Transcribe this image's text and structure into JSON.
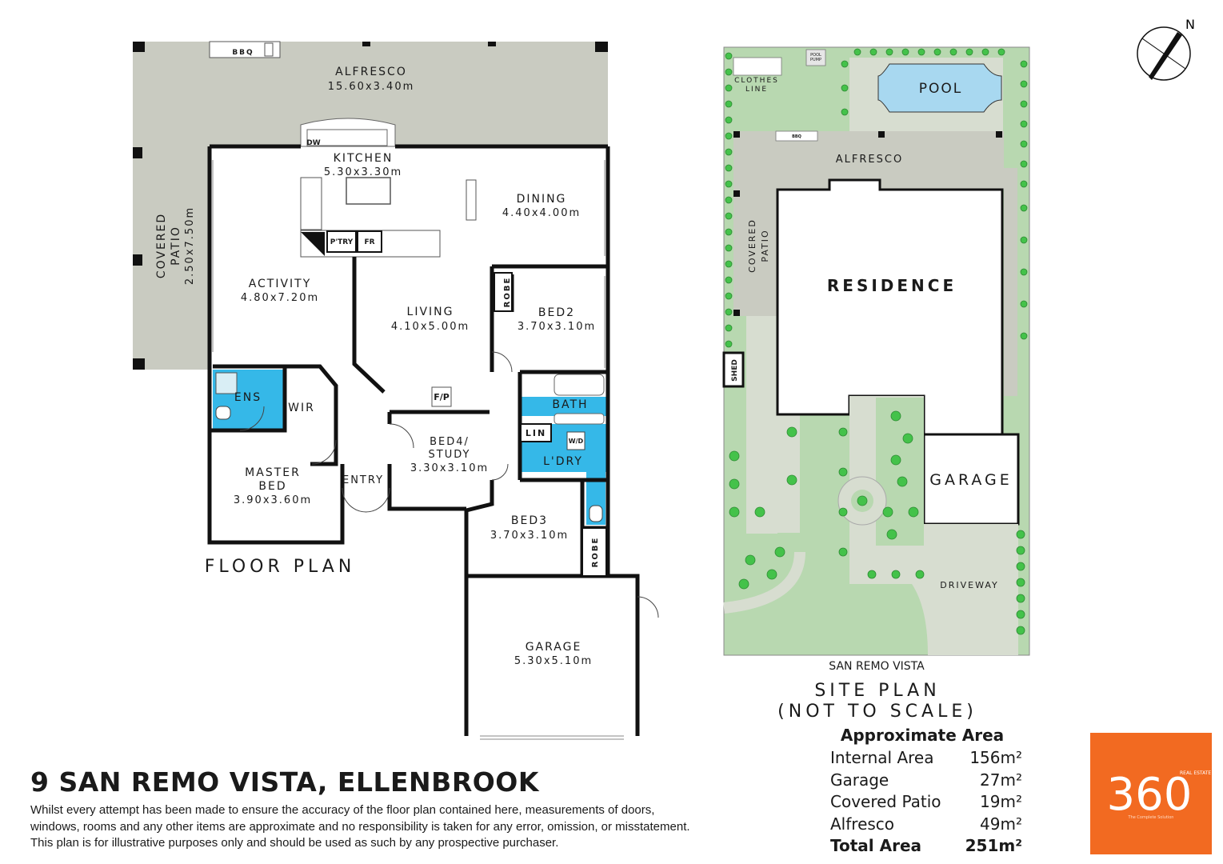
{
  "floor_plan": {
    "heading": "FLOOR PLAN",
    "rooms": {
      "alfresco": {
        "name": "ALFRESCO",
        "size": "15.60x3.40m"
      },
      "kitchen": {
        "name": "KITCHEN",
        "size": "5.30x3.30m"
      },
      "dining": {
        "name": "DINING",
        "size": "4.40x4.00m"
      },
      "covered_patio": {
        "name1": "COVERED",
        "name2": "PATIO",
        "size": "2.50x7.50m"
      },
      "activity": {
        "name": "ACTIVITY",
        "size": "4.80x7.20m"
      },
      "living": {
        "name": "LIVING",
        "size": "4.10x5.00m"
      },
      "bed2": {
        "name": "BED2",
        "size": "3.70x3.10m"
      },
      "bath": {
        "name": "BATH"
      },
      "ens": {
        "name": "ENS"
      },
      "wir": {
        "name": "WIR"
      },
      "bed4": {
        "name1": "BED4/",
        "name2": "STUDY",
        "size": "3.30x3.10m"
      },
      "master": {
        "name1": "MASTER",
        "name2": "BED",
        "size": "3.90x3.60m"
      },
      "entry": {
        "name": "ENTRY"
      },
      "laundry": {
        "name": "L'DRY"
      },
      "bed3": {
        "name": "BED3",
        "size": "3.70x3.10m"
      },
      "garage": {
        "name": "GARAGE",
        "size": "5.30x5.10m"
      }
    },
    "small_labels": {
      "bbq": "BBQ",
      "dw": "DW",
      "pantry": "P'TRY",
      "fridge": "FR",
      "robe": "ROBE",
      "fp": "F/P",
      "lin": "LIN",
      "wd": "W/D"
    }
  },
  "site_plan": {
    "heading": "SITE PLAN",
    "subheading": "(NOT TO SCALE)",
    "street": "SAN REMO VISTA",
    "labels": {
      "pool": "POOL",
      "pool_pump1": "POOL",
      "pool_pump2": "PUMP",
      "clothes1": "CLOTHES",
      "clothes2": "LINE",
      "alfresco": "ALFRESCO",
      "patio1": "COVERED",
      "patio2": "PATIO",
      "residence": "RESIDENCE",
      "shed": "SHED",
      "garage": "GARAGE",
      "driveway": "DRIVEWAY",
      "bbq": "BBQ"
    },
    "north": "N"
  },
  "address": "9 SAN REMO VISTA, ELLENBROOK",
  "disclaimer": [
    "Whilst every attempt has been made to ensure the accuracy of the floor plan contained here, measurements of doors,",
    "windows, rooms and any other items are approximate and no responsibility is taken for any error, omission, or misstatement.",
    "This plan is for illustrative purposes only and should be used as such by any prospective purchaser."
  ],
  "area_table": {
    "heading": "Approximate Area",
    "rows": [
      {
        "label": "Internal Area",
        "value": "156m²"
      },
      {
        "label": "Garage",
        "value": "27m²"
      },
      {
        "label": "Covered Patio",
        "value": "19m²"
      },
      {
        "label": "Alfresco",
        "value": "49m²"
      }
    ],
    "total": {
      "label": "Total Area",
      "value": "251m²"
    }
  },
  "logo": {
    "number": "360",
    "tag": "REAL ESTATE",
    "subtag": "The Complete Solution"
  },
  "colors": {
    "patio": "#c9cbc1",
    "wet": "#35b8e8",
    "grass": "#b8d8b0",
    "shrub": "#44c24a",
    "brand": "#f26a21"
  }
}
